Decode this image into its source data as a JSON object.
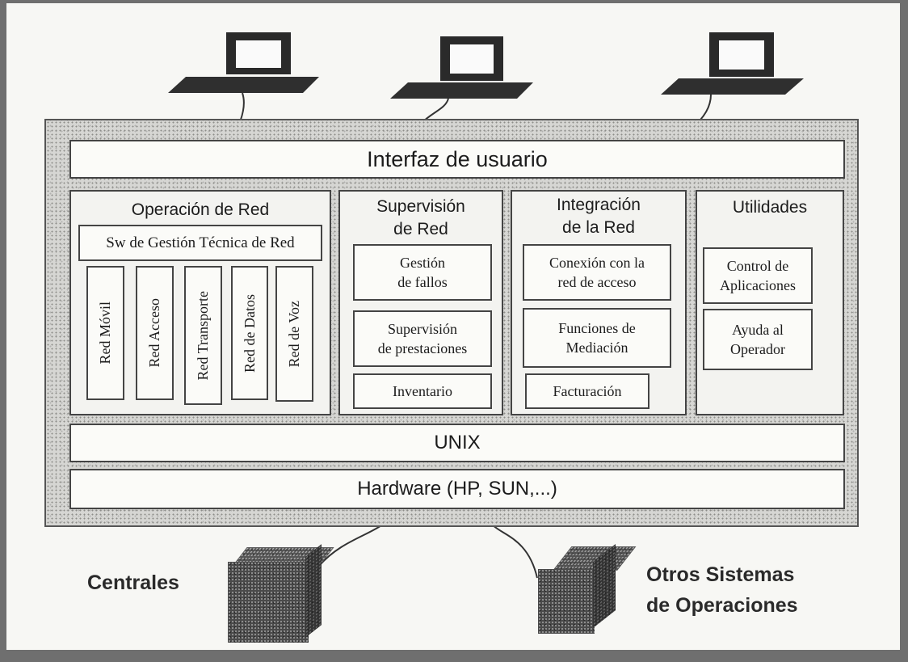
{
  "ui": {
    "title": "Interfaz de usuario",
    "unix": "UNIX",
    "hardware": "Hardware (HP, SUN,...)",
    "op": {
      "title": "Operación de Red",
      "sw": "Sw de Gestión Técnica de Red",
      "items": [
        "Red Móvil",
        "Red Acceso",
        "Red Transporte",
        "Red de Datos",
        "Red de Voz"
      ]
    },
    "sup": {
      "title1": "Supervisión",
      "title2": "de Red",
      "b1a": "Gestión",
      "b1b": "de fallos",
      "b2a": "Supervisión",
      "b2b": "de prestaciones",
      "b3": "Inventario"
    },
    "int": {
      "title1": "Integración",
      "title2": "de la Red",
      "b1a": "Conexión con la",
      "b1b": "red de acceso",
      "b2a": "Funciones de",
      "b2b": "Mediación",
      "b3": "Facturación"
    },
    "util": {
      "title": "Utilidades",
      "b1a": "Control de",
      "b1b": "Aplicaciones",
      "b2a": "Ayuda al",
      "b2b": "Operador"
    },
    "ext": {
      "centrales": "Centrales",
      "otros1": "Otros Sistemas",
      "otros2": "de Operaciones"
    }
  }
}
